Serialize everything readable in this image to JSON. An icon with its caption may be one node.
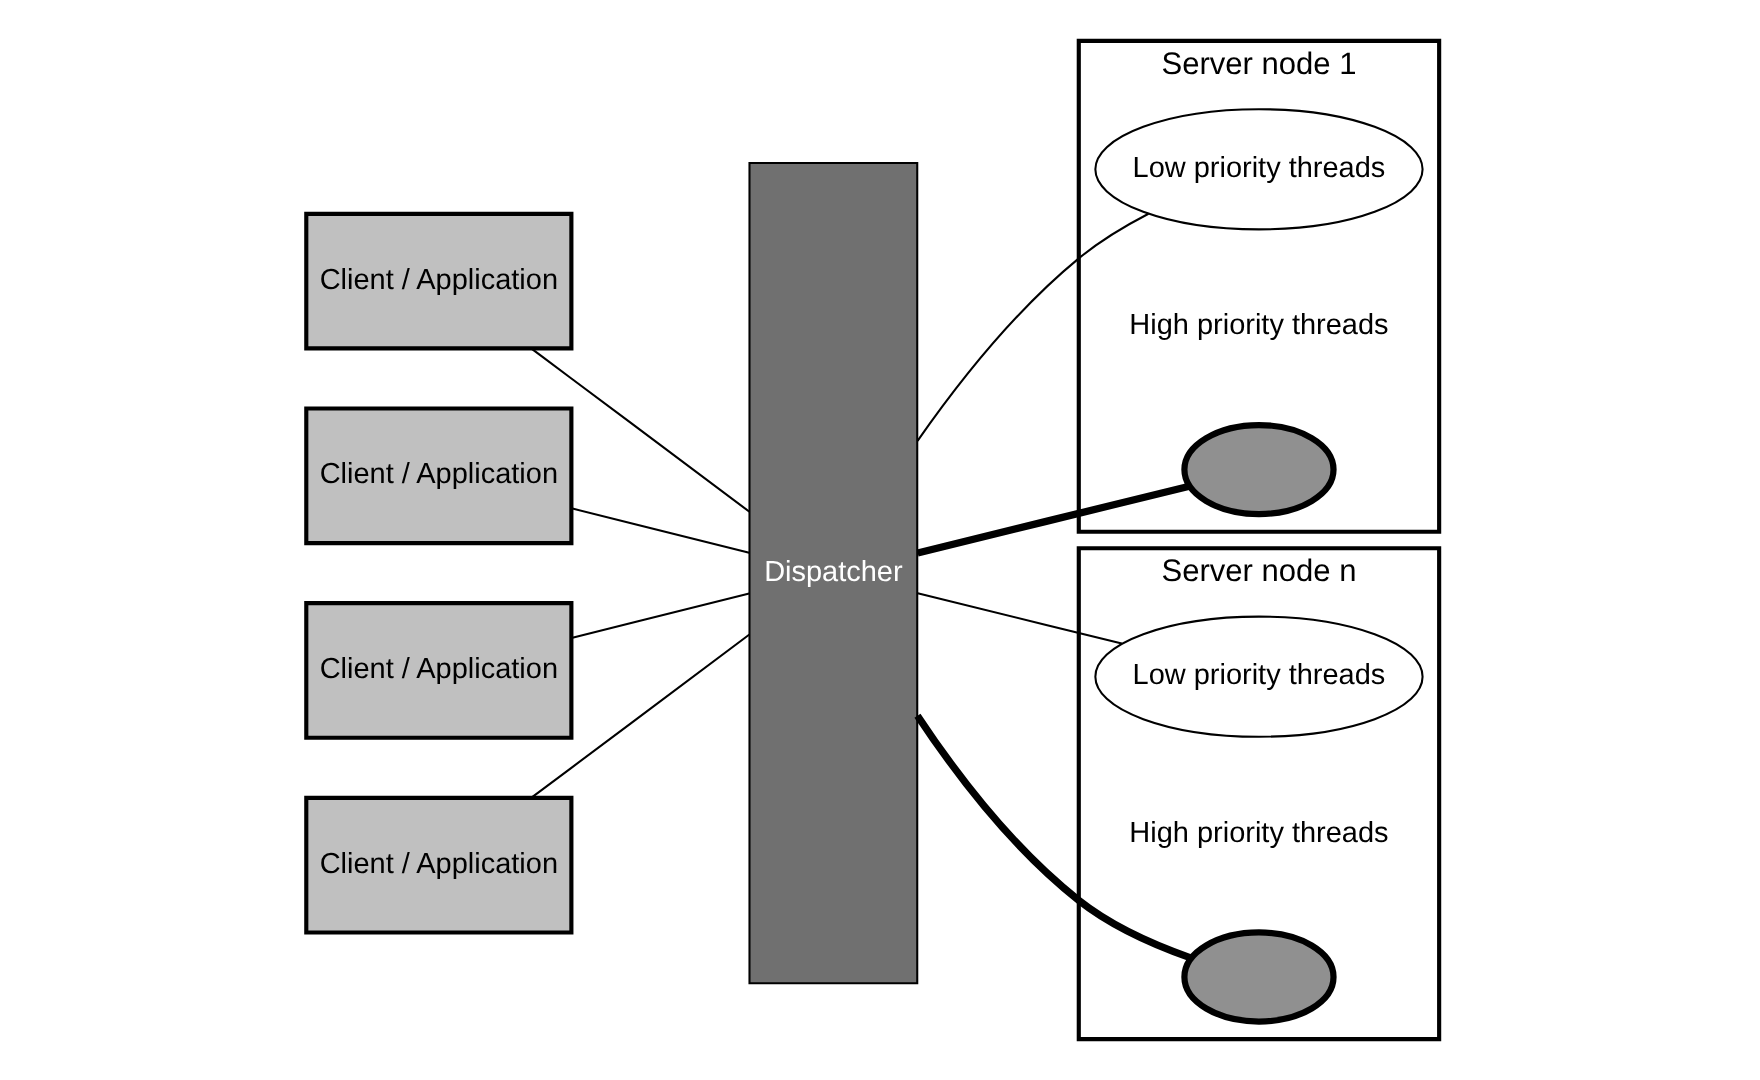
{
  "diagram": {
    "nodes": [
      {
        "text": [
          "Client / Application"
        ]
      },
      {
        "text": [
          "Client / Application"
        ]
      },
      {
        "text": [
          "Client / Application"
        ]
      },
      {
        "text": [
          "Client / Application"
        ]
      },
      {
        "text": [
          "Dispatcher"
        ]
      },
      {
        "text": [
          "Server node 1"
        ]
      },
      {
        "text": [
          "Low priority threads"
        ],
        "in": 5
      },
      {
        "text": [],
        "shape": "circle",
        "beside": [
          "High priority threads"
        ],
        "in": 5
      },
      {
        "text": [
          "Server node n"
        ]
      },
      {
        "text": [
          "Low priority threads"
        ],
        "in": 8
      },
      {
        "text": [],
        "shape": "circle",
        "beside": [
          "High priority threads"
        ],
        "in": 8
      }
    ],
    "edges": [
      {
        "from": 0,
        "to": 4,
        "arrow": "none"
      },
      {
        "from": 1,
        "to": 4,
        "arrow": "none"
      },
      {
        "from": 2,
        "to": 4,
        "arrow": "none"
      },
      {
        "from": 3,
        "to": 4,
        "arrow": "none"
      },
      {
        "from": 4,
        "to": 6,
        "arrow": "none"
      },
      {
        "from": 4,
        "to": 7,
        "arrow": "none",
        "style": "thick"
      },
      {
        "from": 4,
        "to": 9,
        "arrow": "none"
      },
      {
        "from": 4,
        "to": 10,
        "arrow": "none",
        "style": "thick"
      }
    ]
  }
}
